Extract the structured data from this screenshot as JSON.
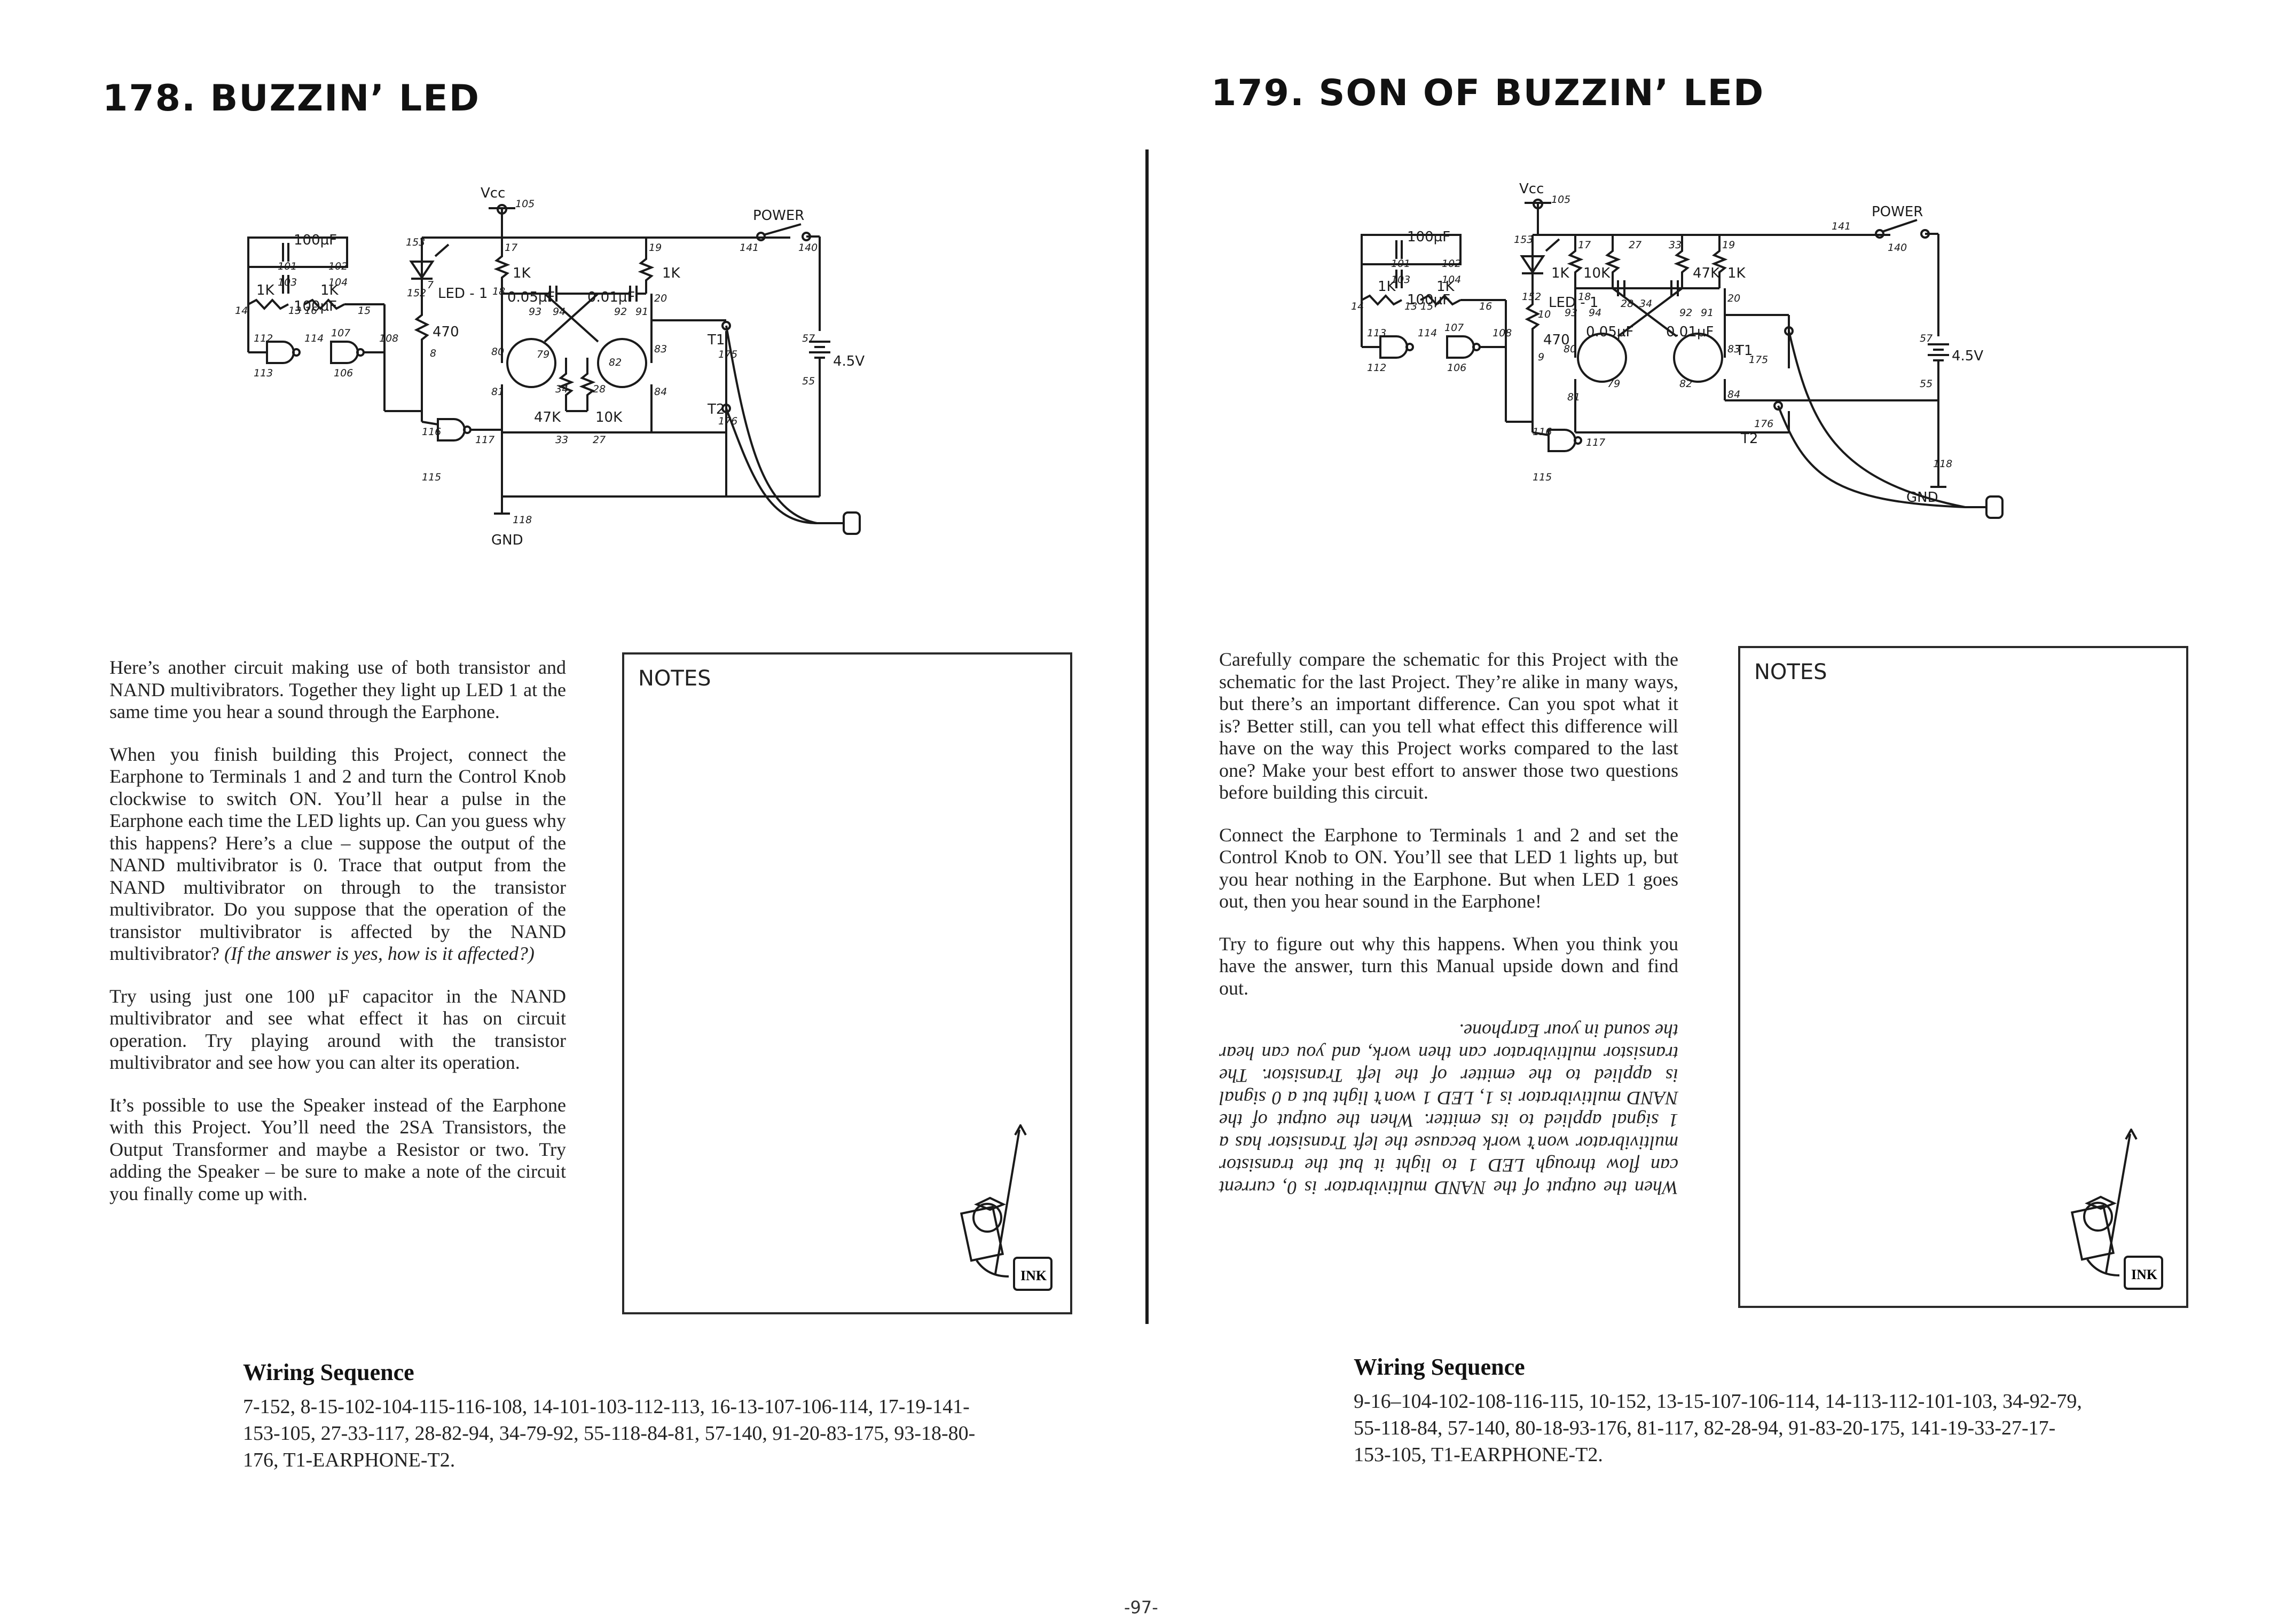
{
  "left": {
    "title": "178. BUZZIN’ LED",
    "schematic": {
      "vcc": "Vcc",
      "power": "POWER",
      "gnd": "GND",
      "c1": "100µF",
      "c2": "100µF",
      "c3": "0.05µF",
      "c4": "0.01µF",
      "r1": "1K",
      "r2": "1K",
      "r3": "1K",
      "r4": "1K",
      "r5": "470",
      "r6": "47K",
      "r7": "10K",
      "led": "LED - 1",
      "battery": "4.5V",
      "t1": "T1",
      "t2": "T2",
      "terminals": {
        "t105": "105",
        "t118": "118",
        "t141": "141",
        "t140": "140",
        "t153": "153",
        "t17": "17",
        "t19": "19",
        "t152": "152",
        "t18": "18",
        "t93": "93",
        "t94": "94",
        "t92": "92",
        "t91": "91",
        "t20": "20",
        "t101": "101",
        "t102": "102",
        "t103": "103",
        "t104": "104",
        "t14": "14",
        "t13": "13",
        "t16": "16",
        "t15": "15",
        "t112": "112",
        "t114": "114",
        "t107": "107",
        "t108": "108",
        "t113": "113",
        "t106": "106",
        "t7": "7",
        "t8": "8",
        "t80": "80",
        "t79": "79",
        "t81": "81",
        "t82": "82",
        "t83": "83",
        "t84": "84",
        "t34": "34",
        "t28": "28",
        "t33": "33",
        "t27": "27",
        "t175": "175",
        "t176": "176",
        "t57": "57",
        "t55": "55",
        "t116": "116",
        "t117": "117",
        "t115": "115"
      }
    },
    "paragraphs": [
      "Here’s another circuit making use of both transistor and NAND multivibrators. Together they light up LED 1 at the same time you hear a sound through the Earphone.",
      "When you finish building this Project, connect the Earphone to Terminals 1 and 2 and turn the Control Knob clockwise to switch ON. You’ll hear a pulse in the Earphone each time the LED lights up. Can you guess why this happens? Here’s a clue – suppose the output of the NAND multivibrator is 0. Trace that output from the NAND multivibrator on through to the transistor multivibrator. Do you suppose that the operation of the transistor multivibrator is affected by the NAND multivibrator?",
      "(If the answer is yes, how is it affected?)",
      "Try using just one 100 µF capacitor in the NAND multivibrator and see what effect it has on circuit operation. Try playing around with the transistor multivibrator and see how you can alter its operation.",
      "It’s possible to use the Speaker instead of the Earphone with this Project. You’ll need the 2SA Transistors, the Output Transformer and maybe a Resistor or two. Try adding the Speaker – be sure to make a note of the circuit you finally come up with."
    ],
    "notes_label": "NOTES",
    "mascot_label": "INK",
    "wiring_title": "Wiring Sequence",
    "wiring_sequence": "7-152, 8-15-102-104-115-116-108, 14-101-103-112-113, 16-13-107-106-114, 17-19-141-153-105, 27-33-117, 28-82-94, 34-79-92, 55-118-84-81, 57-140, 91-20-83-175, 93-18-80-176, T1-EARPHONE-T2."
  },
  "right": {
    "title": "179. SON OF BUZZIN’ LED",
    "schematic": {
      "vcc": "Vcc",
      "power": "POWER",
      "gnd": "GND",
      "c1": "100µF",
      "c2": "100µF",
      "c3": "0.05µF",
      "c4": "0.01µF",
      "r1": "1K",
      "r2": "1K",
      "r3": "1K",
      "r4": "10K",
      "r5": "47K",
      "r6": "1K",
      "r7": "470",
      "led": "LED - 1",
      "battery": "4.5V",
      "t1": "T1",
      "t2": "T2",
      "terminals": {
        "t105": "105",
        "t118": "118",
        "t141": "141",
        "t140": "140",
        "t153": "153",
        "t17": "17",
        "t27": "27",
        "t33": "33",
        "t19": "19",
        "t152": "152",
        "t18": "18",
        "t93": "93",
        "t94": "94",
        "t28": "28",
        "t34": "34",
        "t92": "92",
        "t91": "91",
        "t20": "20",
        "t10": "10",
        "t9": "9",
        "t101": "101",
        "t102": "102",
        "t103": "103",
        "t104": "104",
        "t14": "14",
        "t13": "13",
        "t15": "15",
        "t16": "16",
        "t113": "113",
        "t114": "114",
        "t107": "107",
        "t108": "108",
        "t112": "112",
        "t106": "106",
        "t80": "80",
        "t79": "79",
        "t81": "81",
        "t82": "82",
        "t83": "83",
        "t84": "84",
        "t175": "175",
        "t176": "176",
        "t57": "57",
        "t55": "55",
        "t116": "116",
        "t117": "117",
        "t115": "115"
      }
    },
    "paragraphs": [
      "Carefully compare the schematic for this Project with the schematic for the last Project. They’re alike in many ways, but there’s an important difference. Can you spot what it is? Better still, can you tell what effect this difference will have on the way this Project works compared to the last one? Make your best effort to answer those two questions before building this circuit.",
      "Connect the Earphone to Terminals 1 and 2 and set the Control Knob to ON. You’ll see that LED 1 lights up, but you hear nothing in the Earphone. But when LED 1 goes out, then you hear sound in the Earphone!",
      "Try to figure out why this happens. When you think you have the answer, turn this Manual upside down and find out."
    ],
    "upside_down": "When the output of the NAND multivibrator is 0, current can flow through LED 1 to light it but the transistor multivibrator won’t work because the left Transistor has a 1 signal applied to its emitter. When the output of the NAND multivibrator is 1, LED 1 won’t light but a 0 signal is applied to the emitter of the left Transistor. The transistor multivibrator can then work, and you can hear the sound in your Earphone.",
    "notes_label": "NOTES",
    "mascot_label": "INK",
    "wiring_title": "Wiring Sequence",
    "wiring_sequence": "9-16–104-102-108-116-115, 10-152, 13-15-107-106-114, 14-113-112-101-103, 34-92-79, 55-118-84, 57-140, 80-18-93-176, 81-117, 82-28-94, 91-83-20-175, 141-19-33-27-17-153-105, T1-EARPHONE-T2."
  },
  "page_number": "-97-"
}
